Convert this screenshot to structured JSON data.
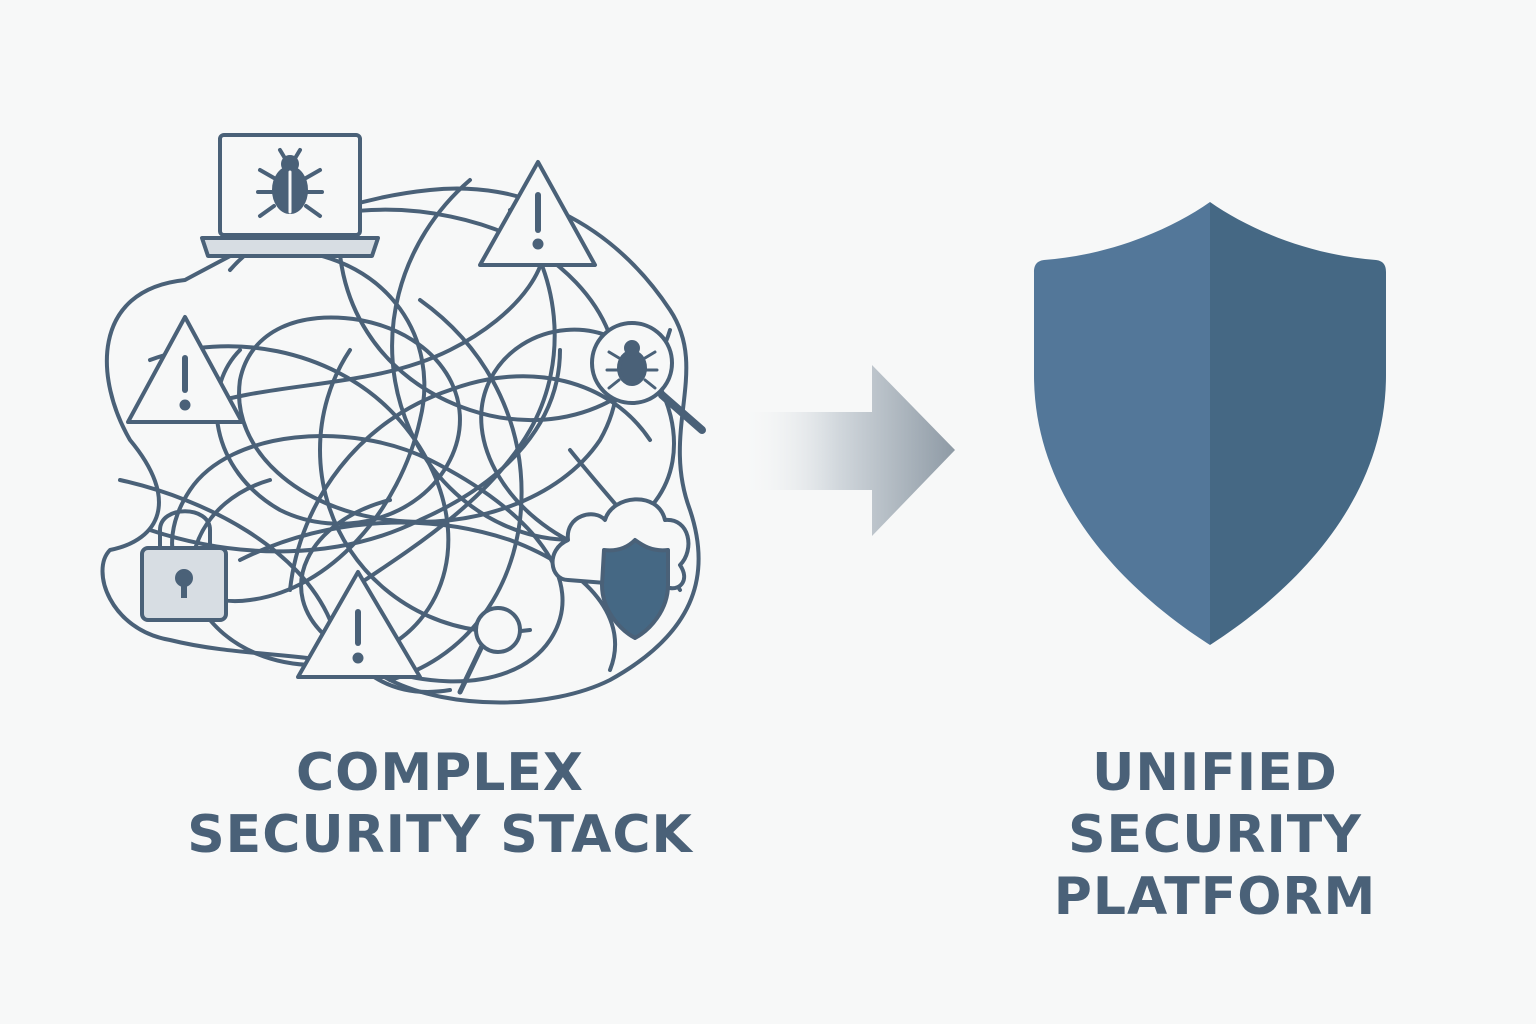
{
  "left": {
    "caption_line1": "COMPLEX",
    "caption_line2": "SECURITY STACK",
    "icons": [
      "laptop-bug-icon",
      "warning-triangle-icon",
      "magnifier-bug-icon",
      "padlock-icon",
      "cloud-shield-icon",
      "magnifier-icon"
    ]
  },
  "right": {
    "caption_line1": "UNIFIED",
    "caption_line2": "SECURITY",
    "caption_line3": "PLATFORM",
    "icon": "shield-icon"
  },
  "colors": {
    "background": "#f7f8f8",
    "stroke": "#4a6178",
    "shield_light": "#537799",
    "shield_dark": "#456884",
    "icon_fill": "#d7dde3",
    "arrow_dark": "#8e9aa5"
  }
}
